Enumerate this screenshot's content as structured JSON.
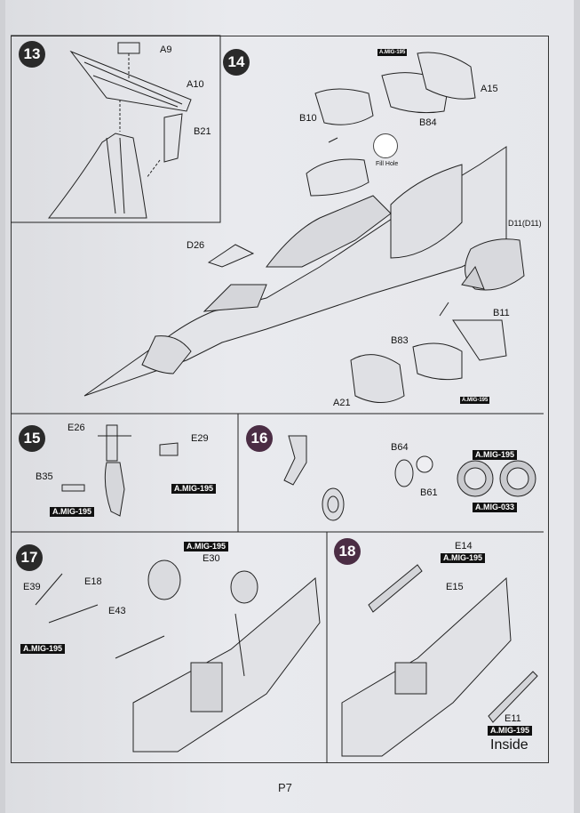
{
  "page_number": "P7",
  "steps": {
    "s13": {
      "number": "13",
      "parts": [
        "A9",
        "A10",
        "B21"
      ]
    },
    "s14": {
      "number": "14",
      "parts": [
        "A15",
        "B10",
        "B84",
        "D26",
        "D11(D11)",
        "B11",
        "B83",
        "A21"
      ],
      "fill_hole": "Fill Hole",
      "paint_tags": [
        "A.MIG-195",
        "A.MIG-195"
      ]
    },
    "s15": {
      "number": "15",
      "parts": [
        "E26",
        "E29",
        "B35"
      ],
      "paint_tags": [
        "A.MIG-195",
        "A.MIG-195"
      ]
    },
    "s16": {
      "number": "16",
      "parts": [
        "B64",
        "B61"
      ],
      "paint_tags": [
        "A.MIG-195",
        "A.MIG-033"
      ]
    },
    "s17": {
      "number": "17",
      "parts": [
        "E30",
        "E39",
        "E18",
        "E43"
      ],
      "paint_tags": [
        "A.MIG-195",
        "A.MIG-195"
      ]
    },
    "s18": {
      "number": "18",
      "parts": [
        "E14",
        "E15",
        "E11"
      ],
      "paint_tags": [
        "A.MIG-195",
        "A.MIG-195"
      ],
      "note": "Inside"
    }
  },
  "colors": {
    "paper": "#e6e7eb",
    "ink": "#222222",
    "step_badge": "#2a2a2a",
    "step_badge_alt": "#4b2d44"
  }
}
